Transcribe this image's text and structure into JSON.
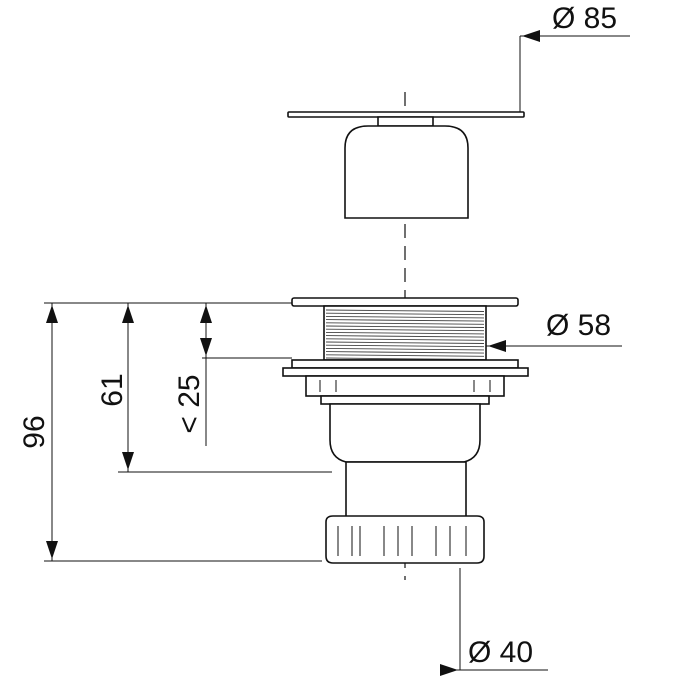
{
  "dimensions": {
    "top_diameter": "Ø 85",
    "flange_diameter": "Ø 58",
    "outlet_diameter": "Ø 40",
    "total_height": "96",
    "body_height": "61",
    "max_thickness": "< 25"
  },
  "colors": {
    "line": "#111111",
    "background": "#ffffff"
  }
}
